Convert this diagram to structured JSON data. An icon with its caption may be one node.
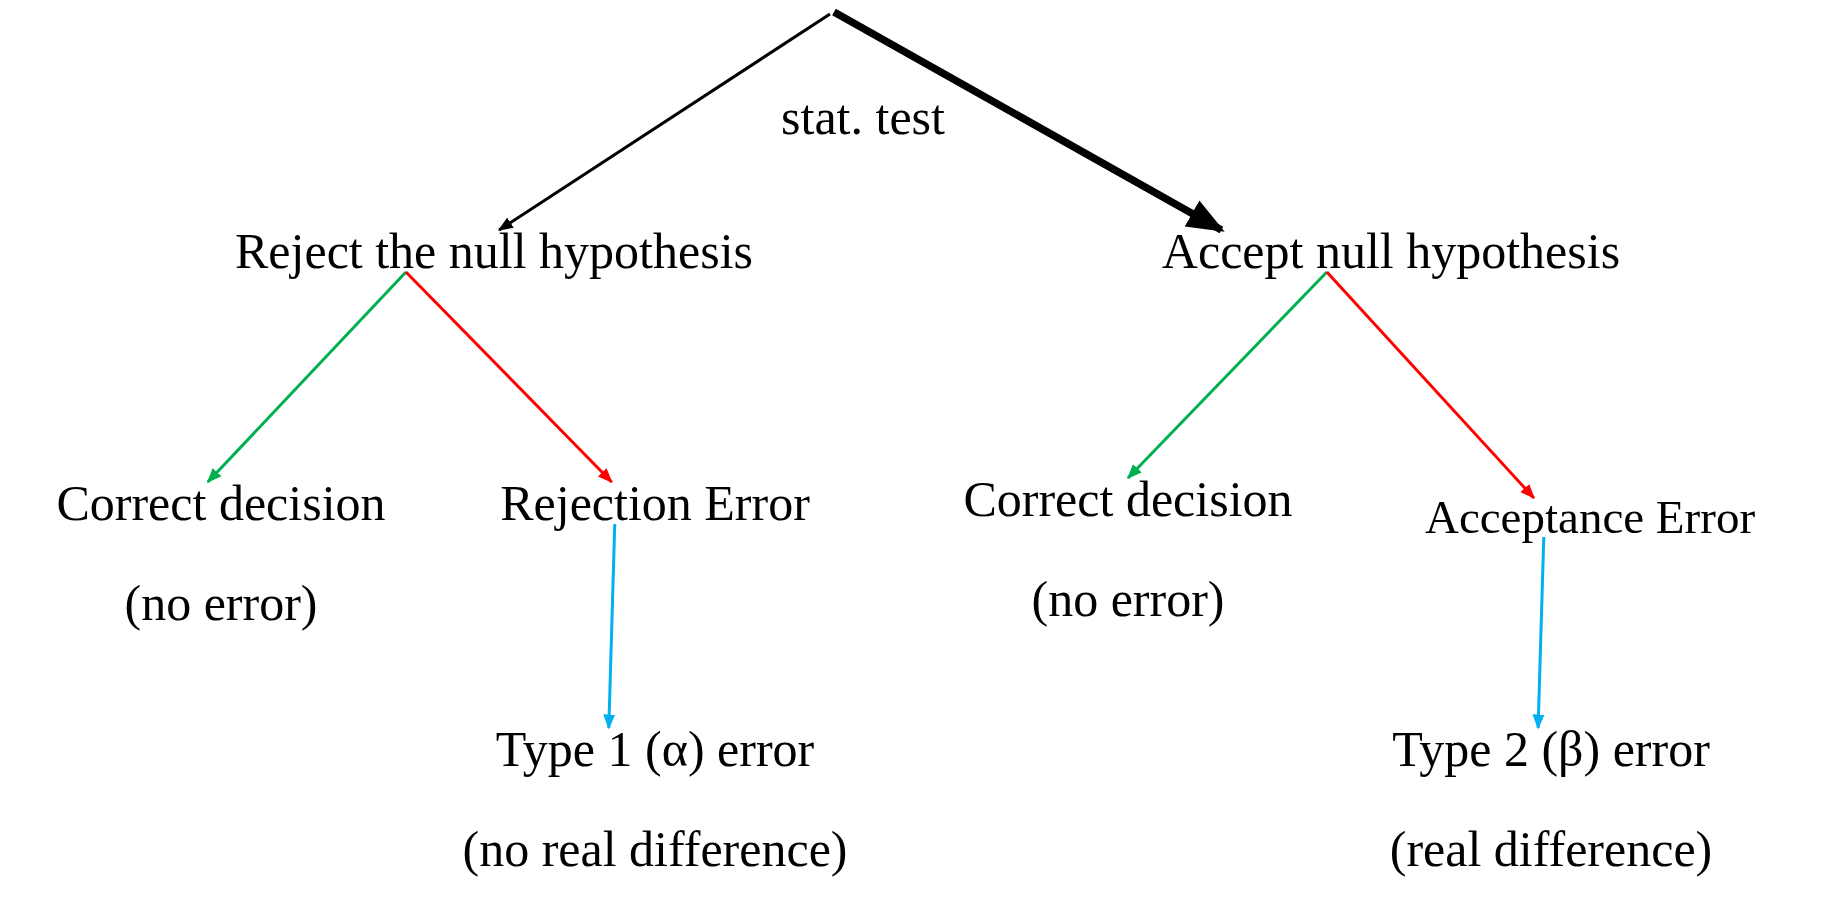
{
  "diagram": {
    "nodes": [
      {
        "text": [
          "Reject the null hypothesis"
        ]
      },
      {
        "text": [
          "Accept null hypothesis"
        ]
      },
      {
        "text": [
          "Correct decision",
          "(no error)"
        ]
      },
      {
        "text": [
          "Rejection Error"
        ]
      },
      {
        "text": [
          "Correct decision",
          "(no error)"
        ]
      },
      {
        "text": [
          "Acceptance Error"
        ]
      },
      {
        "text": [
          "Type 1 (α) error",
          "(no real difference)"
        ]
      },
      {
        "text": [
          "Type 2 (β) error",
          "(real difference)"
        ]
      }
    ],
    "edges": [
      {
        "from": null,
        "to": 0,
        "arrow": "to",
        "color": "#000000"
      },
      {
        "from": null,
        "to": 1,
        "arrow": "to",
        "style": "thick",
        "color": "#000000"
      },
      {
        "from": 0,
        "to": 2,
        "arrow": "to",
        "color": "#00b050"
      },
      {
        "from": 0,
        "to": 3,
        "arrow": "to",
        "color": "#ff0000"
      },
      {
        "from": 1,
        "to": 4,
        "arrow": "to",
        "color": "#00b050"
      },
      {
        "from": 1,
        "to": 5,
        "arrow": "to",
        "color": "#ff0000"
      },
      {
        "from": 3,
        "to": 6,
        "arrow": "to",
        "color": "#00b0f0"
      },
      {
        "from": 5,
        "to": 7,
        "arrow": "to",
        "color": "#00b0f0"
      }
    ],
    "labels": [
      "stat. test"
    ]
  }
}
